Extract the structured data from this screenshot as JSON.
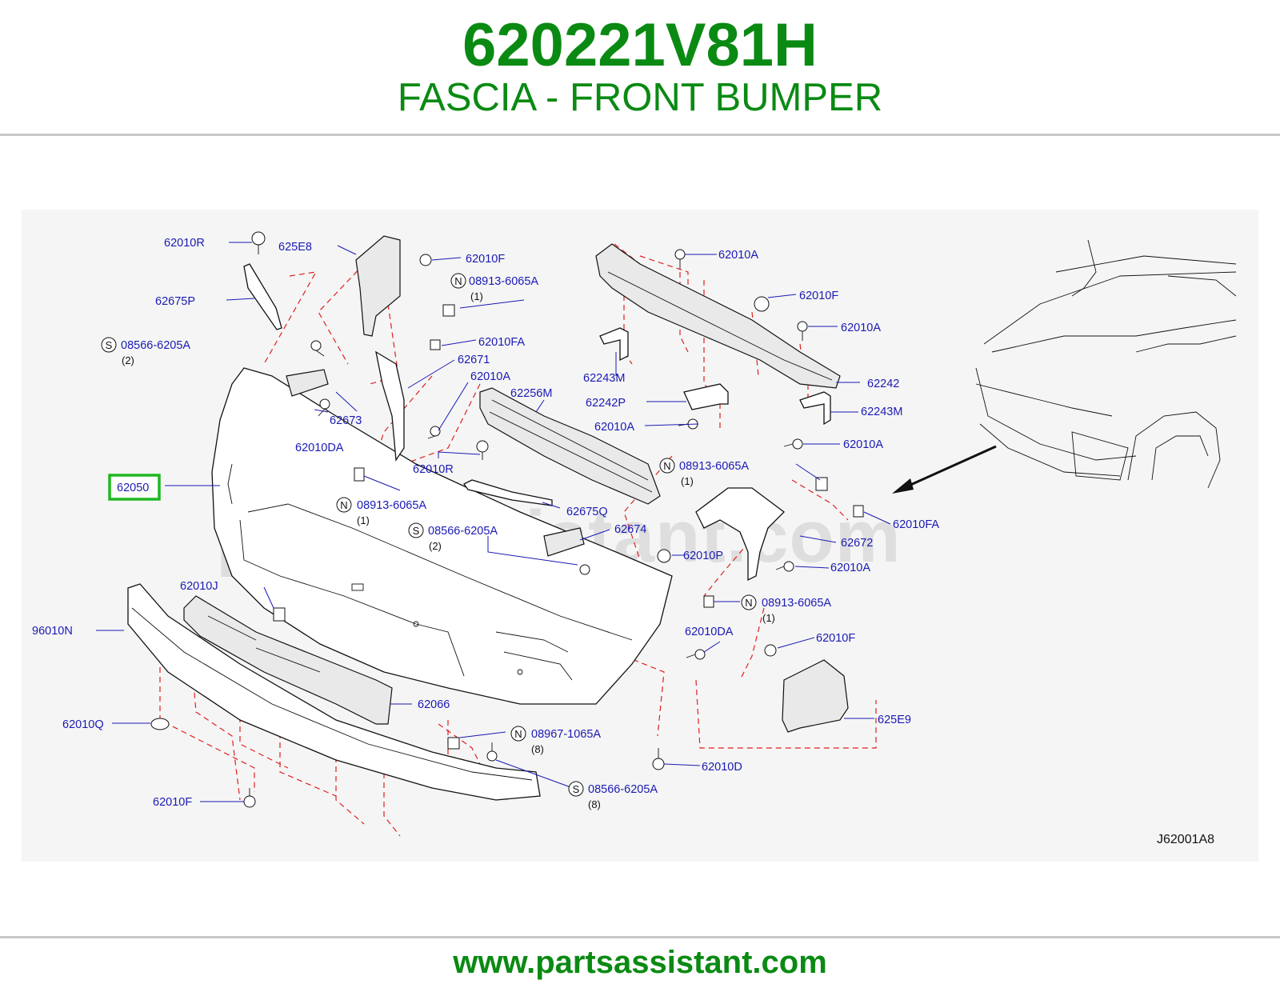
{
  "header": {
    "part_number": "620221V81H",
    "part_description": "FASCIA - FRONT BUMPER"
  },
  "diagram": {
    "code": "J62001A8",
    "watermark": "partsassistant.com",
    "highlighted_part": "62050",
    "callouts": [
      {
        "id": "62010R",
        "label": "62010R"
      },
      {
        "id": "625E8",
        "label": "625E8"
      },
      {
        "id": "62010F-a",
        "label": "62010F"
      },
      {
        "id": "08913-6065A-a",
        "prefix": "N",
        "label": "08913-6065A",
        "qty": "(1)"
      },
      {
        "id": "62675P",
        "label": "62675P"
      },
      {
        "id": "08566-6205A-a",
        "prefix": "S",
        "label": "08566-6205A",
        "qty": "(2)"
      },
      {
        "id": "62010FA-a",
        "label": "62010FA"
      },
      {
        "id": "62671",
        "label": "62671"
      },
      {
        "id": "62010A-a",
        "label": "62010A"
      },
      {
        "id": "62256M",
        "label": "62256M"
      },
      {
        "id": "62673",
        "label": "62673"
      },
      {
        "id": "62010DA-a",
        "label": "62010DA"
      },
      {
        "id": "62010R-b",
        "label": "62010R"
      },
      {
        "id": "62050",
        "label": "62050"
      },
      {
        "id": "08913-6065A-b",
        "prefix": "N",
        "label": "08913-6065A",
        "qty": "(1)"
      },
      {
        "id": "62675Q",
        "label": "62675Q"
      },
      {
        "id": "08566-6205A-b",
        "prefix": "S",
        "label": "08566-6205A",
        "qty": "(2)"
      },
      {
        "id": "62674",
        "label": "62674"
      },
      {
        "id": "62010J",
        "label": "62010J"
      },
      {
        "id": "96010N",
        "label": "96010N"
      },
      {
        "id": "62066",
        "label": "62066"
      },
      {
        "id": "62010Q",
        "label": "62010Q"
      },
      {
        "id": "08967-1065A",
        "prefix": "N",
        "label": "08967-1065A",
        "qty": "(8)"
      },
      {
        "id": "08566-6205A-c",
        "prefix": "S",
        "label": "08566-6205A",
        "qty": "(8)"
      },
      {
        "id": "62010F-b",
        "label": "62010F"
      },
      {
        "id": "62010D",
        "label": "62010D"
      },
      {
        "id": "62010A-b",
        "label": "62010A"
      },
      {
        "id": "62010F-c",
        "label": "62010F"
      },
      {
        "id": "62010A-c",
        "label": "62010A"
      },
      {
        "id": "62243M-a",
        "label": "62243M"
      },
      {
        "id": "62242",
        "label": "62242"
      },
      {
        "id": "62242P",
        "label": "62242P"
      },
      {
        "id": "62243M-b",
        "label": "62243M"
      },
      {
        "id": "62010A-d",
        "label": "62010A"
      },
      {
        "id": "62010A-e",
        "label": "62010A"
      },
      {
        "id": "08913-6065A-c",
        "prefix": "N",
        "label": "08913-6065A",
        "qty": "(1)"
      },
      {
        "id": "62010FA-b",
        "label": "62010FA"
      },
      {
        "id": "62672",
        "label": "62672"
      },
      {
        "id": "62010P",
        "label": "62010P"
      },
      {
        "id": "62010A-f",
        "label": "62010A"
      },
      {
        "id": "08913-6065A-d",
        "prefix": "N",
        "label": "08913-6065A",
        "qty": "(1)"
      },
      {
        "id": "62010DA-b",
        "label": "62010DA"
      },
      {
        "id": "62010F-d",
        "label": "62010F"
      },
      {
        "id": "625E9",
        "label": "625E9"
      }
    ]
  },
  "footer": {
    "url": "www.partsassistant.com"
  },
  "colors": {
    "brand_green": "#0a8a13",
    "callout_blue": "#1a1ab4",
    "leader_red": "#e02020",
    "highlight_green": "#1fb81f"
  }
}
